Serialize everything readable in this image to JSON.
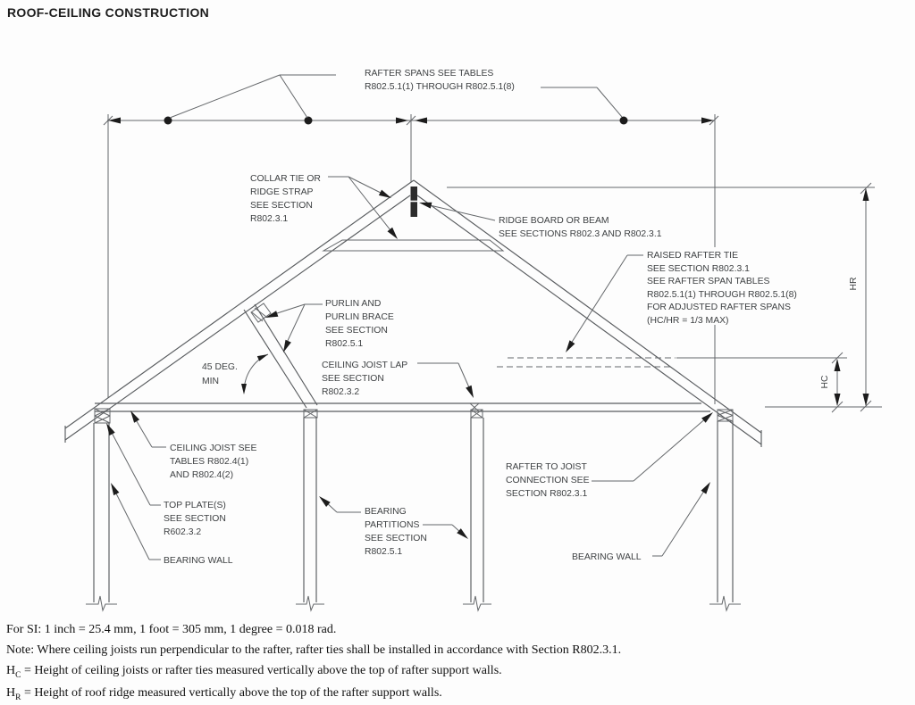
{
  "title": "ROOF-CEILING CONSTRUCTION",
  "labels": {
    "rafter_spans": [
      "RAFTER SPANS SEE TABLES",
      "R802.5.1(1) THROUGH R802.5.1(8)"
    ],
    "collar_tie": [
      "COLLAR TIE OR",
      "RIDGE STRAP",
      "SEE SECTION",
      "R802.3.1"
    ],
    "ridge_board": [
      "RIDGE BOARD OR BEAM",
      "SEE SECTIONS R802.3 AND R802.3.1"
    ],
    "raised_rafter_tie": [
      "RAISED RAFTER TIE",
      "SEE SECTION R802.3.1",
      "SEE RAFTER SPAN TABLES",
      "R802.5.1(1) THROUGH R802.5.1(8)",
      "FOR ADJUSTED RAFTER SPANS",
      "(HC/HR = 1/3 MAX)"
    ],
    "purlin": [
      "PURLIN AND",
      "PURLIN BRACE",
      "SEE SECTION",
      "R802.5.1"
    ],
    "angle": [
      "45 DEG.",
      "MIN"
    ],
    "ceiling_joist_lap": [
      "CEILING JOIST LAP",
      "SEE SECTION",
      "R802.3.2"
    ],
    "ceiling_joist": [
      "CEILING JOIST SEE",
      "TABLES R802.4(1)",
      "AND R802.4(2)"
    ],
    "top_plates": [
      "TOP PLATE(S)",
      "SEE SECTION",
      "R602.3.2"
    ],
    "bearing_wall_left": "BEARING WALL",
    "bearing_partitions": [
      "BEARING",
      "PARTITIONS",
      "SEE SECTION",
      "R802.5.1"
    ],
    "rafter_to_joist": [
      "RAFTER TO JOIST",
      "CONNECTION SEE",
      "SECTION R802.3.1"
    ],
    "bearing_wall_right": "BEARING WALL",
    "dim_hr": "HR",
    "dim_hc": "HC"
  },
  "footer": {
    "si": "For SI: 1 inch = 25.4 mm, 1 foot = 305 mm, 1 degree = 0.018 rad.",
    "note": "Note: Where ceiling joists run perpendicular to the rafter, rafter ties shall be installed in accordance with Section R802.3.1.",
    "hc": {
      "base": "H",
      "sub": "C",
      "rest": "= Height of ceiling joists or rafter ties measured vertically above the top of rafter support walls."
    },
    "hr": {
      "base": "H",
      "sub": "R",
      "rest": "= Height of roof ridge measured vertically above the top of the rafter support walls."
    }
  },
  "colors": {
    "line": "#64676a",
    "accent_dark": "#1c1c1c",
    "text": "#3e4143"
  }
}
